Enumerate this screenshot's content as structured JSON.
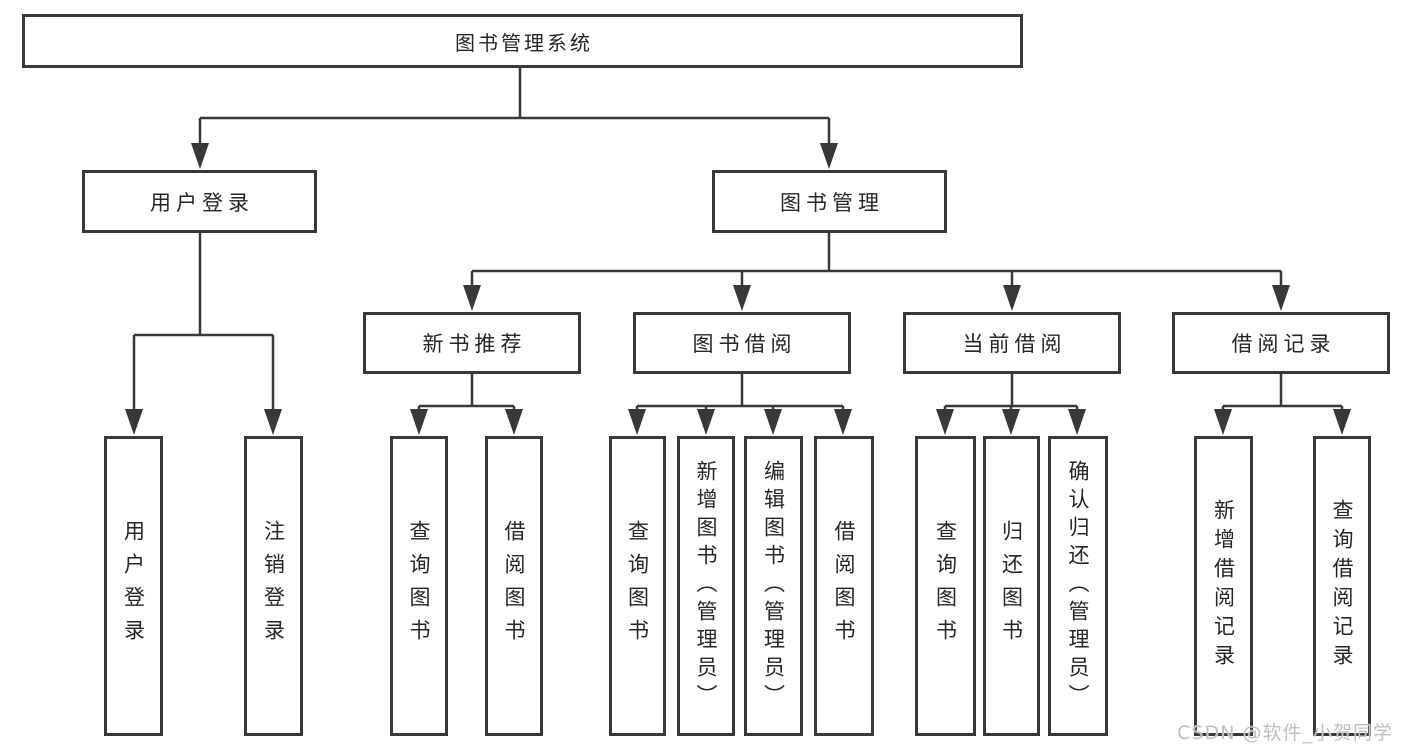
{
  "diagram": {
    "root": {
      "label": "图书管理系统"
    },
    "level2": [
      {
        "label": "用户登录"
      },
      {
        "label": "图书管理"
      }
    ],
    "level3": [
      {
        "label": "新书推荐"
      },
      {
        "label": "图书借阅"
      },
      {
        "label": "当前借阅"
      },
      {
        "label": "借阅记录"
      }
    ],
    "leaves": {
      "user_login": [
        {
          "label": "用户登录"
        },
        {
          "label": "注销登录"
        }
      ],
      "new_books": [
        {
          "label": "查询图书"
        },
        {
          "label": "借阅图书"
        }
      ],
      "borrow": [
        {
          "label": "查询图书"
        },
        {
          "label": "新增图书（管理员）"
        },
        {
          "label": "编辑图书（管理员）"
        },
        {
          "label": "借阅图书"
        }
      ],
      "current": [
        {
          "label": "查询图书"
        },
        {
          "label": "归还图书"
        },
        {
          "label": "确认归还（管理员）"
        }
      ],
      "records": [
        {
          "label": "新增借阅记录"
        },
        {
          "label": "查询借阅记录"
        }
      ]
    },
    "colors": {
      "line": "#383838",
      "box_border": "#383838",
      "text": "#262626",
      "background": "#ffffff",
      "watermark": "#bfbfbf"
    }
  },
  "watermark": {
    "text": "CSDN @软件_小贺同学"
  }
}
